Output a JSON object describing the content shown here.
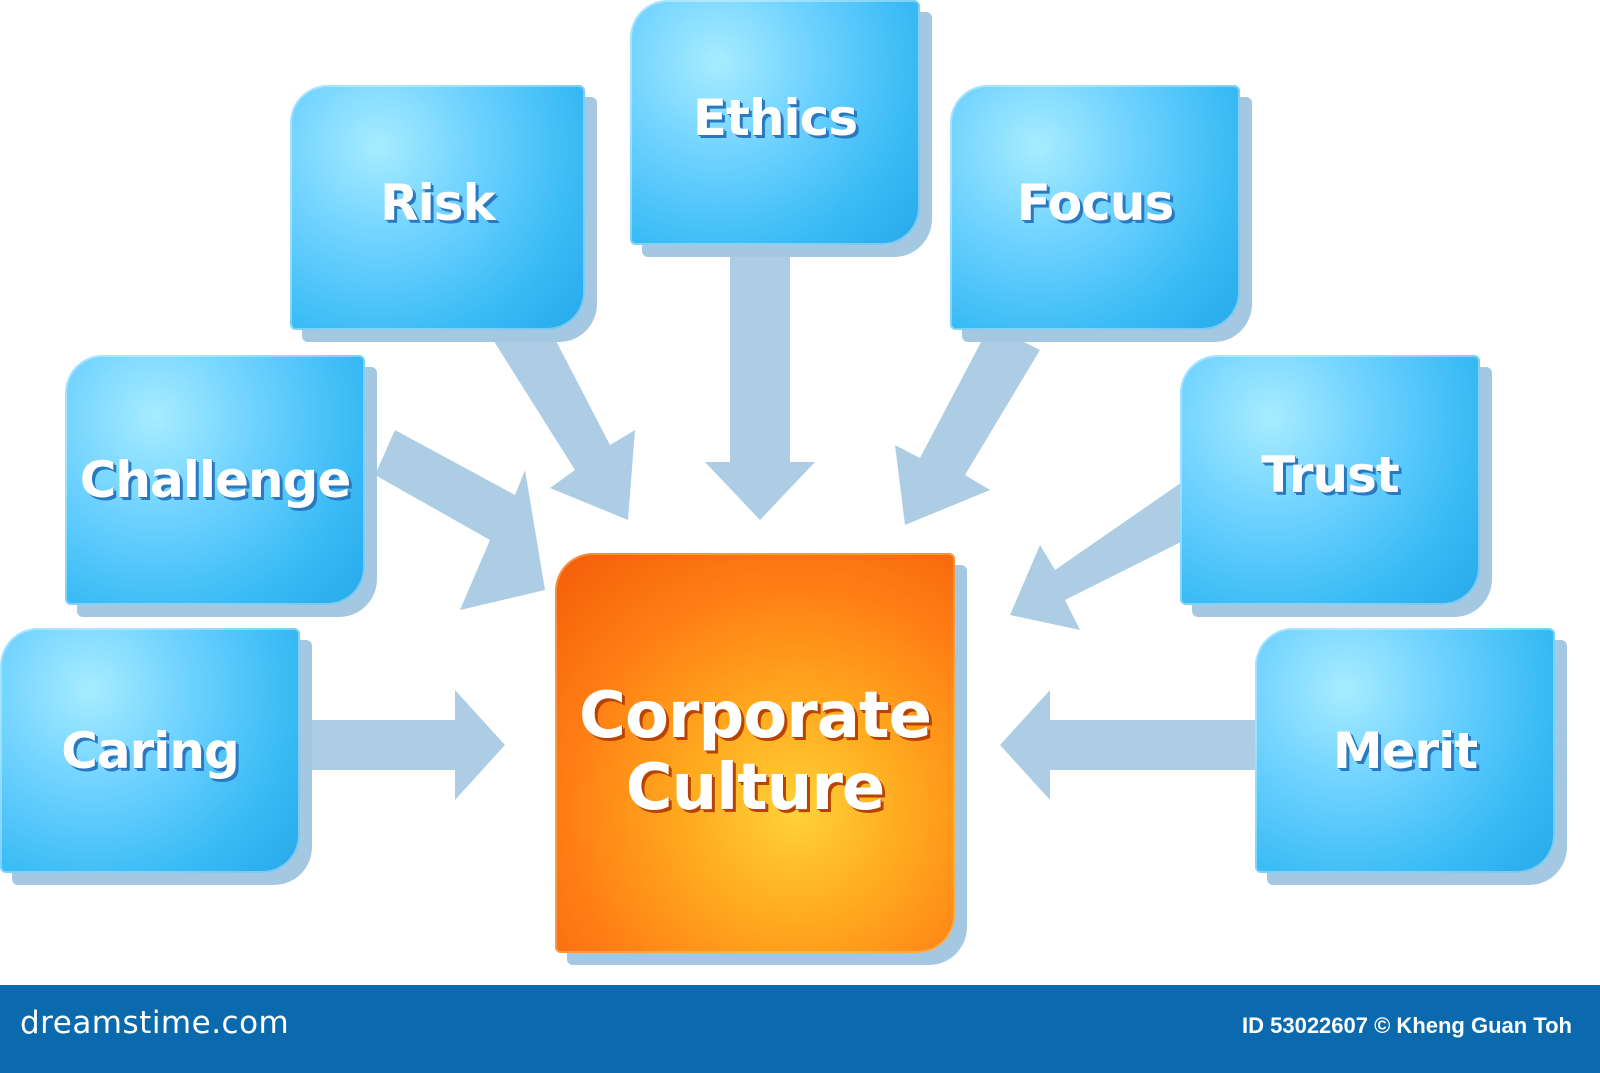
{
  "diagram": {
    "center": {
      "line1": "Corporate",
      "line2": "Culture"
    },
    "factors": [
      "Ethics",
      "Risk",
      "Focus",
      "Challenge",
      "Trust",
      "Caring",
      "Merit"
    ]
  },
  "colors": {
    "box_blue": "#3bbcf5",
    "center_orange": "#ff7d14",
    "arrow": "#a4c8e2",
    "footer": "#0a6aad"
  },
  "footer": {
    "logo": "dreamstime.com",
    "credit": "ID 53022607 © Kheng Guan Toh"
  }
}
